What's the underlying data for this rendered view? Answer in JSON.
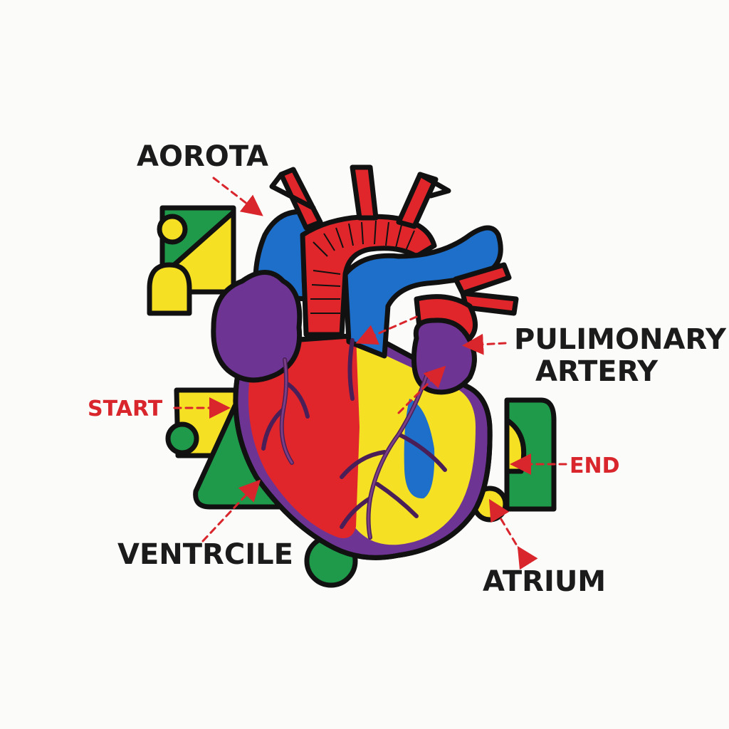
{
  "labels": {
    "aorta": "AOROTA",
    "pulmonary_line1": "PULIMONARY",
    "pulmonary_line2": "ARTERY",
    "start": "START",
    "end": "END",
    "ventricle": "VENTRCILE",
    "atrium": "ATRIUM"
  },
  "colors": {
    "outline": "#111111",
    "red": "#e0262b",
    "blue": "#1d6fc9",
    "yellow": "#f5e024",
    "green": "#1f9a4a",
    "purple": "#6e3494",
    "arrow": "#d9262c"
  }
}
